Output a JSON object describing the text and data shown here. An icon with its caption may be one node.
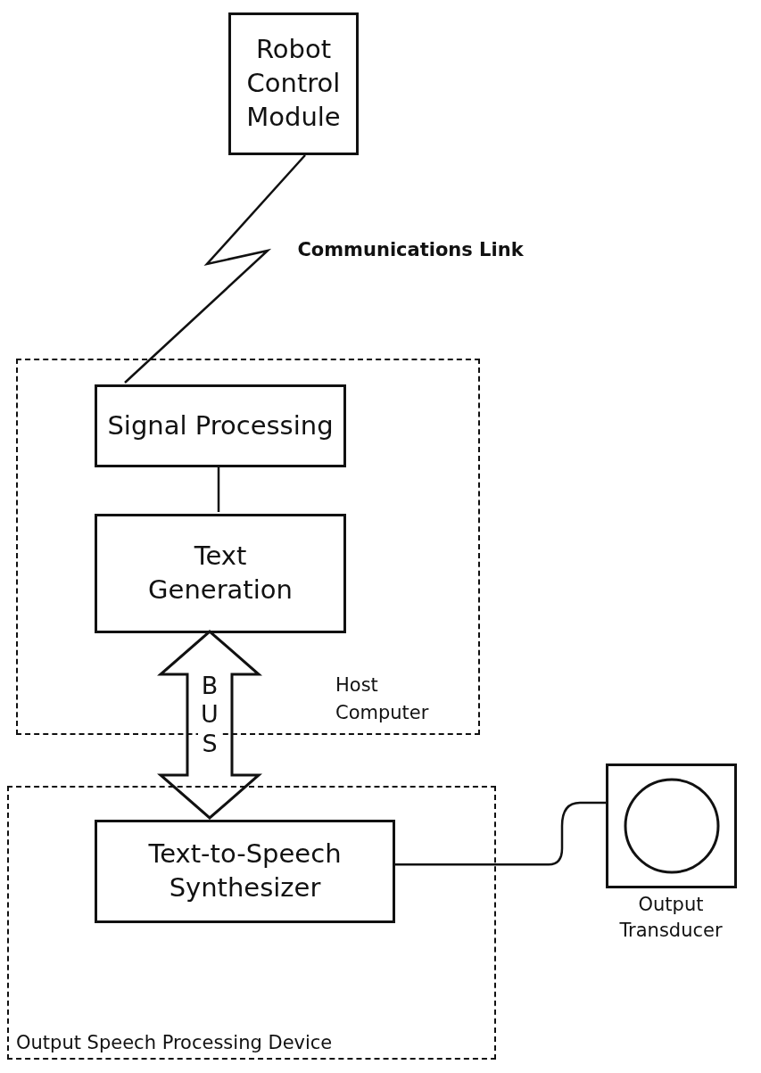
{
  "diagram": {
    "nodes": [
      {
        "text": [
          "Robot Control Module"
        ]
      },
      {
        "text": [
          "Host Computer"
        ]
      },
      {
        "text": [
          "Signal Processing"
        ],
        "in": 1
      },
      {
        "text": [
          "Text Generation"
        ],
        "in": 1
      },
      {
        "text": [
          "Output Speech Processing Device"
        ]
      },
      {
        "text": [
          "Text-to-Speech Synthesizer"
        ],
        "in": 4
      },
      {
        "text": [],
        "shape": "box",
        "beside": [
          "Output Transducer"
        ]
      }
    ],
    "edges": [
      {
        "from": 0,
        "to": 2,
        "arrow": "none",
        "label": "Communications Link"
      },
      {
        "from": 2,
        "to": 3,
        "arrow": "none"
      },
      {
        "from": 3,
        "to": 5,
        "arrow": "both",
        "label": "BUS",
        "style": "thick"
      },
      {
        "from": 5,
        "to": 6,
        "arrow": "none"
      }
    ]
  }
}
